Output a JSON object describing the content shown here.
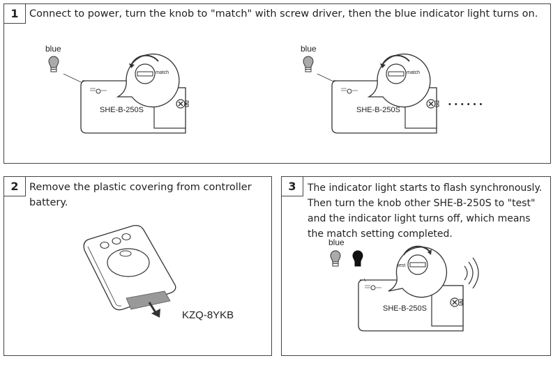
{
  "step1": {
    "number": "1",
    "text": "Connect to power, turn the knob to \"match\" with screw driver, then the blue indicator light turns on.",
    "blue_label": "blue",
    "device_label": "SHE-B-250S",
    "knob_label": "match",
    "ellipsis": "• • • • • •"
  },
  "step2": {
    "number": "2",
    "text": "Remove the plastic covering from controller battery.",
    "remote_label": "KZQ-8YKB"
  },
  "step3": {
    "number": "3",
    "text": "The indicator light starts to flash synchronously. Then turn the knob other SHE-B-250S to \"test\" and the indicator light turns off, which means the match setting completed.",
    "blue_label": "blue",
    "device_label": "SHE-B-250S",
    "knob_label": "test"
  },
  "icons": [
    "bulb-icon",
    "knob-icon",
    "terminal-icon",
    "signal-waves-icon",
    "arrow-down-icon"
  ]
}
